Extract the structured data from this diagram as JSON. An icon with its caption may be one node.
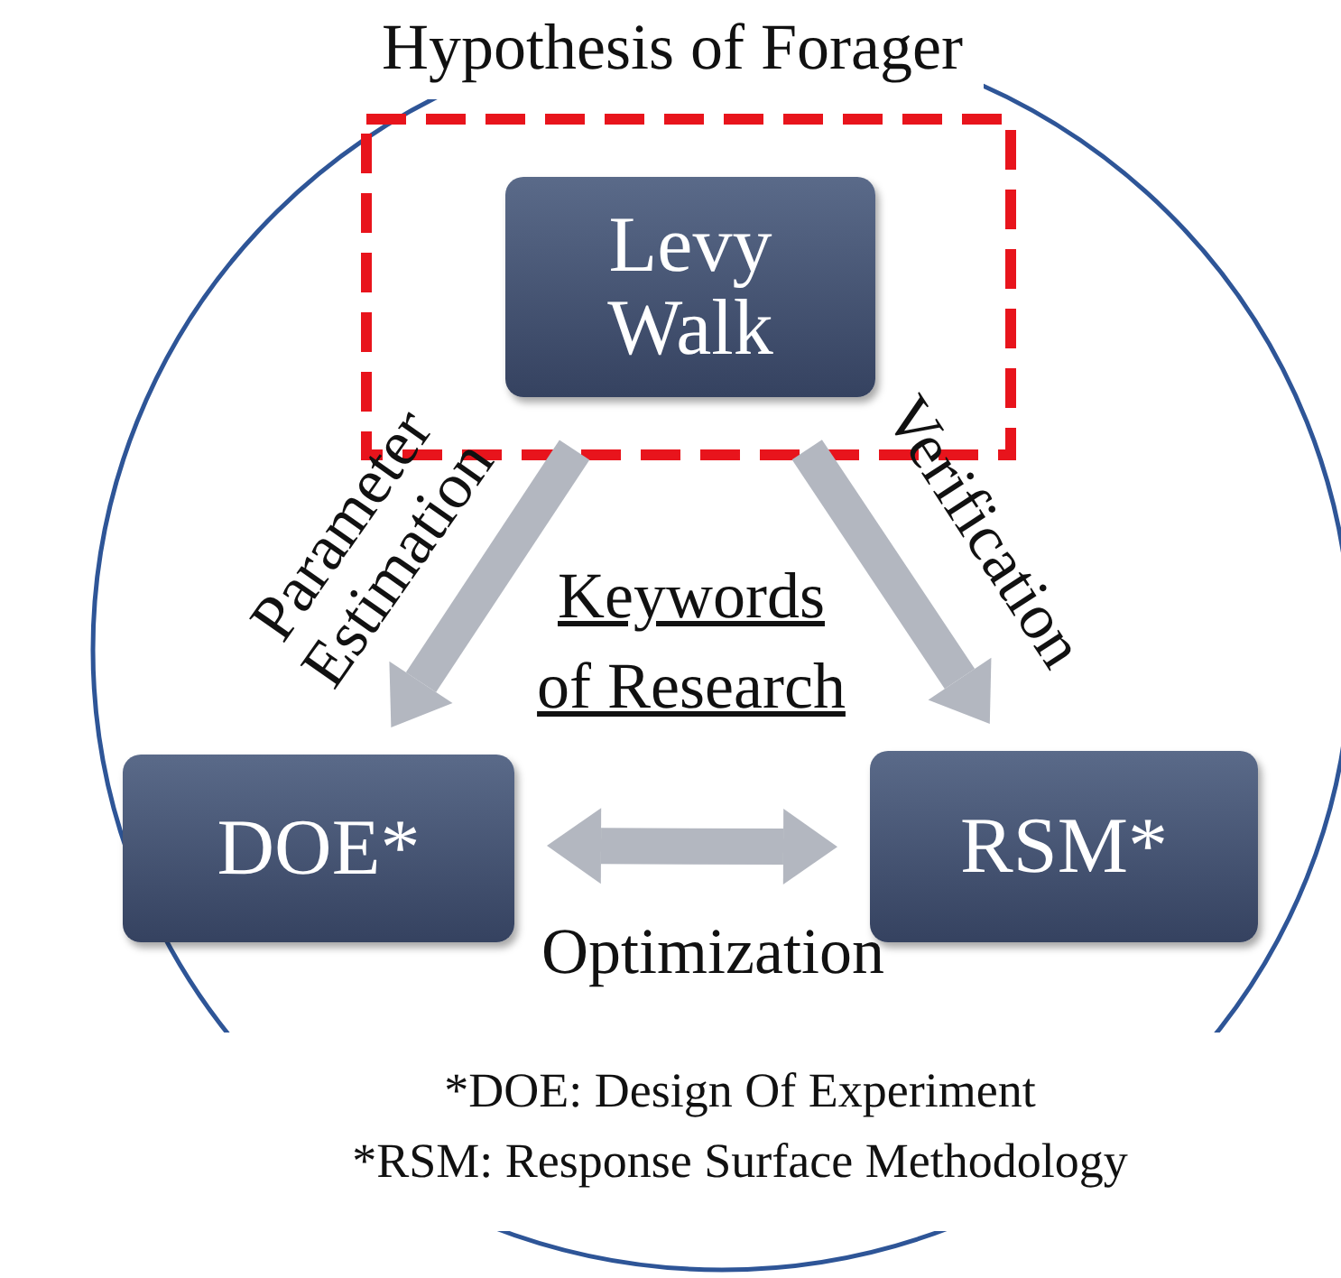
{
  "diagram": {
    "title": "Hypothesis of Forager",
    "nodes": [
      {
        "text": [],
        "shape": "circle"
      },
      {
        "text": [],
        "shape": "box",
        "in": 0
      },
      {
        "text": [
          "Levy Walk"
        ],
        "in": 1
      },
      {
        "text": [
          "DOE*"
        ],
        "in": 0
      },
      {
        "text": [
          "RSM*"
        ],
        "in": 0
      }
    ],
    "edges": [
      {
        "from": 2,
        "to": 3,
        "arrow": "to",
        "label": "Parameter Estimation"
      },
      {
        "from": 2,
        "to": 4,
        "arrow": "to",
        "label": "Verification"
      },
      {
        "from": 3,
        "to": 4,
        "arrow": "both",
        "label": "Optimization"
      }
    ],
    "labels": [
      "Keywords of Research",
      "*DOE: Design Of Experiment",
      "*RSM: Response Surface Methodology"
    ]
  }
}
